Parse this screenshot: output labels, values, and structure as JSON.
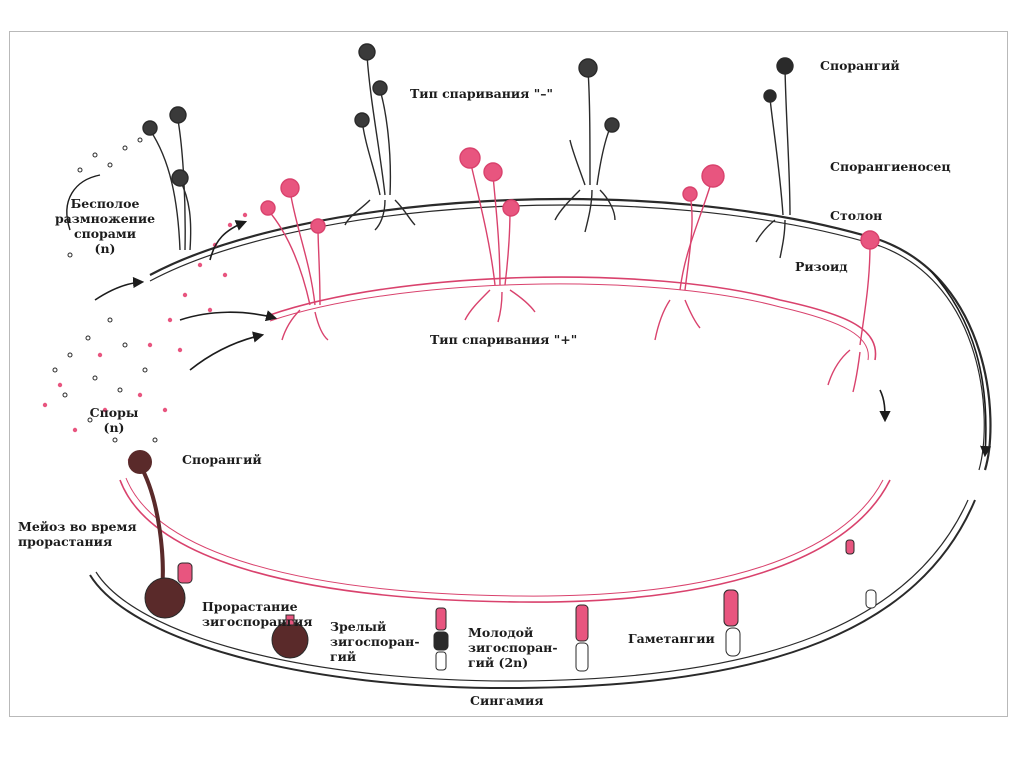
{
  "labels": {
    "mating_minus": "Тип спаривания \"–\"",
    "mating_plus": "Тип спаривания \"+\"",
    "sporangium_top": "Спорангий",
    "sporangiophore": "Спорангиеносец",
    "stolon": "Столон",
    "rhizoid": "Ризоид",
    "asexual_1": "Бесполое",
    "asexual_2": "размножение",
    "asexual_3": "спорами",
    "asexual_4": "(n)",
    "spores_1": "Споры",
    "spores_2": "(n)",
    "sporangium_bottom": "Спорангий",
    "meiosis_1": "Мейоз во время",
    "meiosis_2": "прорастания",
    "germination_1": "Прорастание",
    "germination_2": "зигоспорангия",
    "mature_1": "Зрелый",
    "mature_2": "зигоспоран-",
    "mature_3": "гий",
    "young_1": "Молодой",
    "young_2": "зигоспоран-",
    "young_3": "гий (2n)",
    "gametangia": "Гаметангии",
    "syngamy": "Сингамия"
  },
  "colors": {
    "dark": "#2a2a2a",
    "plus": "#d9426d",
    "plus_fill": "#e8557f",
    "spore_head": "#3a3a3a",
    "zygo": "#5a2a2a",
    "frame": "#b9b9b9"
  }
}
